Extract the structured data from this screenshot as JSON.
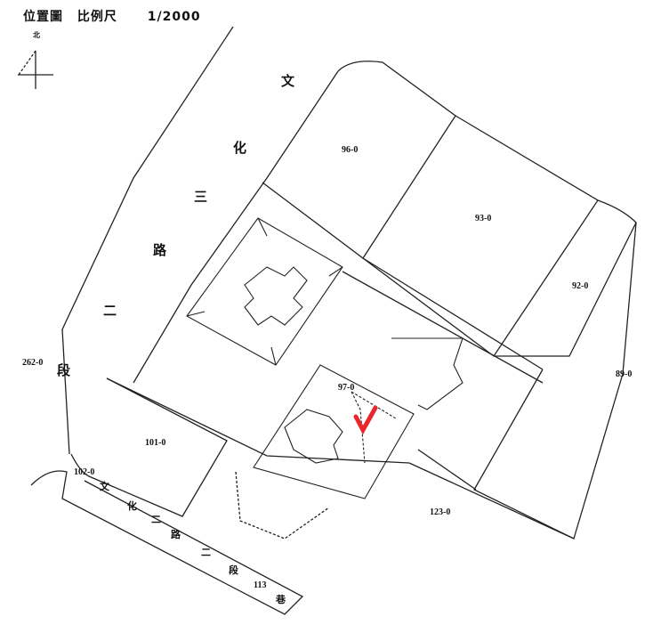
{
  "header": {
    "title": "位置圖",
    "scale_label": "比例尺",
    "scale": "1/2000"
  },
  "north": {
    "label": "北"
  },
  "main_road": [
    "文",
    "化",
    "三",
    "路",
    "二",
    "段"
  ],
  "lane_road": [
    "文",
    "化",
    "二",
    "路",
    "二",
    "段",
    "113",
    "巷"
  ],
  "parcels": {
    "p96": "96-0",
    "p93": "93-0",
    "p92": "92-0",
    "p89": "89-0",
    "p262": "262-0",
    "p97": "97-0",
    "p101": "101-0",
    "p102": "102-0",
    "p123": "123-0"
  },
  "marker": {
    "type": "check-mark",
    "color": "#e8262b"
  }
}
